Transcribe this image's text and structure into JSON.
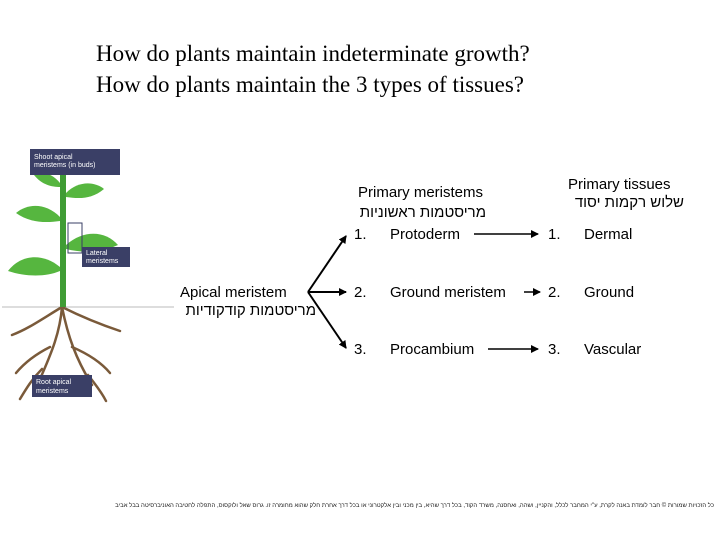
{
  "title": {
    "line1": "How do plants maintain indeterminate growth?",
    "line2": "How do plants maintain the 3 types of tissues?"
  },
  "plant": {
    "shoot_label": "Shoot apical meristems (in buds)",
    "lateral_label": "Lateral meristems",
    "root_label": "Root apical meristems"
  },
  "apical": {
    "en": "Apical meristem",
    "he": "מריסטמות קודקודיות"
  },
  "primary_meristems": {
    "en": "Primary meristems",
    "he": "מריסטמות ראשוניות"
  },
  "primary_tissues": {
    "en": "Primary tissues",
    "he": "שלוש רקמות יסוד"
  },
  "rows": [
    {
      "num": "1.",
      "meristem": "Protoderm",
      "tnum": "1.",
      "tissue": "Dermal"
    },
    {
      "num": "2.",
      "meristem": "Ground meristem",
      "tnum": "2.",
      "tissue": "Ground"
    },
    {
      "num": "3.",
      "meristem": "Procambium",
      "tnum": "3.",
      "tissue": "Vascular"
    }
  ],
  "footer": "כל הזכויות שמורות © חבר לומדת באנה לקרת, ע\"י המחבר לכלל, והקניין, ושהה, ואחסנה, משרד הקוד, בכל דרך שהיא, בין מכני ובין אלקטרוני או בכל דרך אחרת חלק שהוא מחומרה זו. גרוס שאל ולוקסוס, התפלה לחטיבה האוניברסיטה בבל אביב",
  "colors": {
    "stem": "#3f9c34",
    "leaf": "#56b63f",
    "root": "#7a5a3a",
    "box": "#3a3f66"
  }
}
